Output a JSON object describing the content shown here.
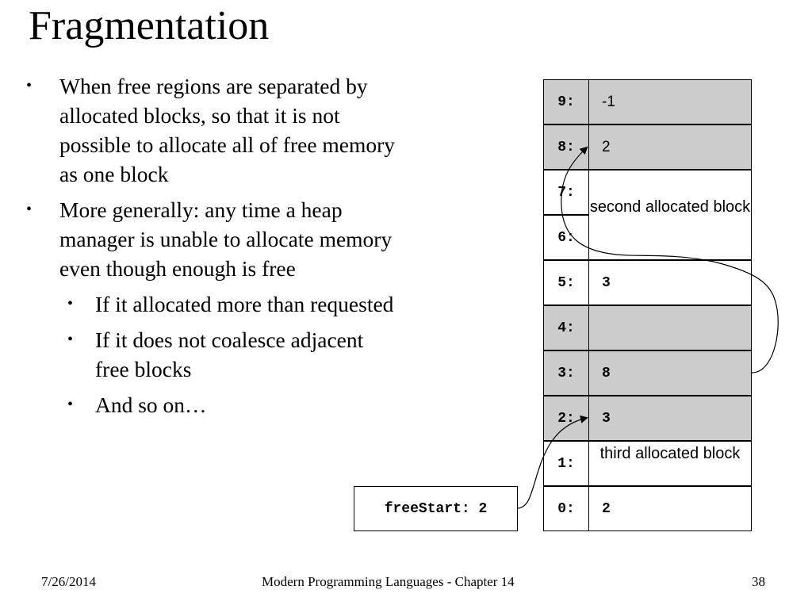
{
  "title": "Fragmentation",
  "bullets": [
    "When free regions are separated by allocated blocks, so that it is not possible to allocate all of free memory as one block",
    "More generally: any time a heap manager is unable to allocate memory even though enough is free"
  ],
  "sub_bullets": [
    "If it allocated more than requested",
    "If it does not coalesce adjacent free blocks",
    "And so on…"
  ],
  "bullet_char": "•",
  "memory": {
    "rows": [
      {
        "addr": "9:",
        "value": "-1"
      },
      {
        "addr": "8:",
        "value": "2"
      },
      {
        "addr": "7:",
        "value": ""
      },
      {
        "addr": "6:",
        "value": ""
      },
      {
        "addr": "5:",
        "value": "3"
      },
      {
        "addr": "4:",
        "value": ""
      },
      {
        "addr": "3:",
        "value": "8"
      },
      {
        "addr": "2:",
        "value": "3"
      },
      {
        "addr": "1:",
        "value": ""
      },
      {
        "addr": "0:",
        "value": "2"
      }
    ],
    "second_block_label": "second allocated block",
    "third_block_label": "third allocated block",
    "free_color": "#cccccc"
  },
  "free_start": "freeStart: 2",
  "footer": {
    "date": "7/26/2014",
    "course": "Modern Programming Languages - Chapter 14",
    "page": "38"
  }
}
